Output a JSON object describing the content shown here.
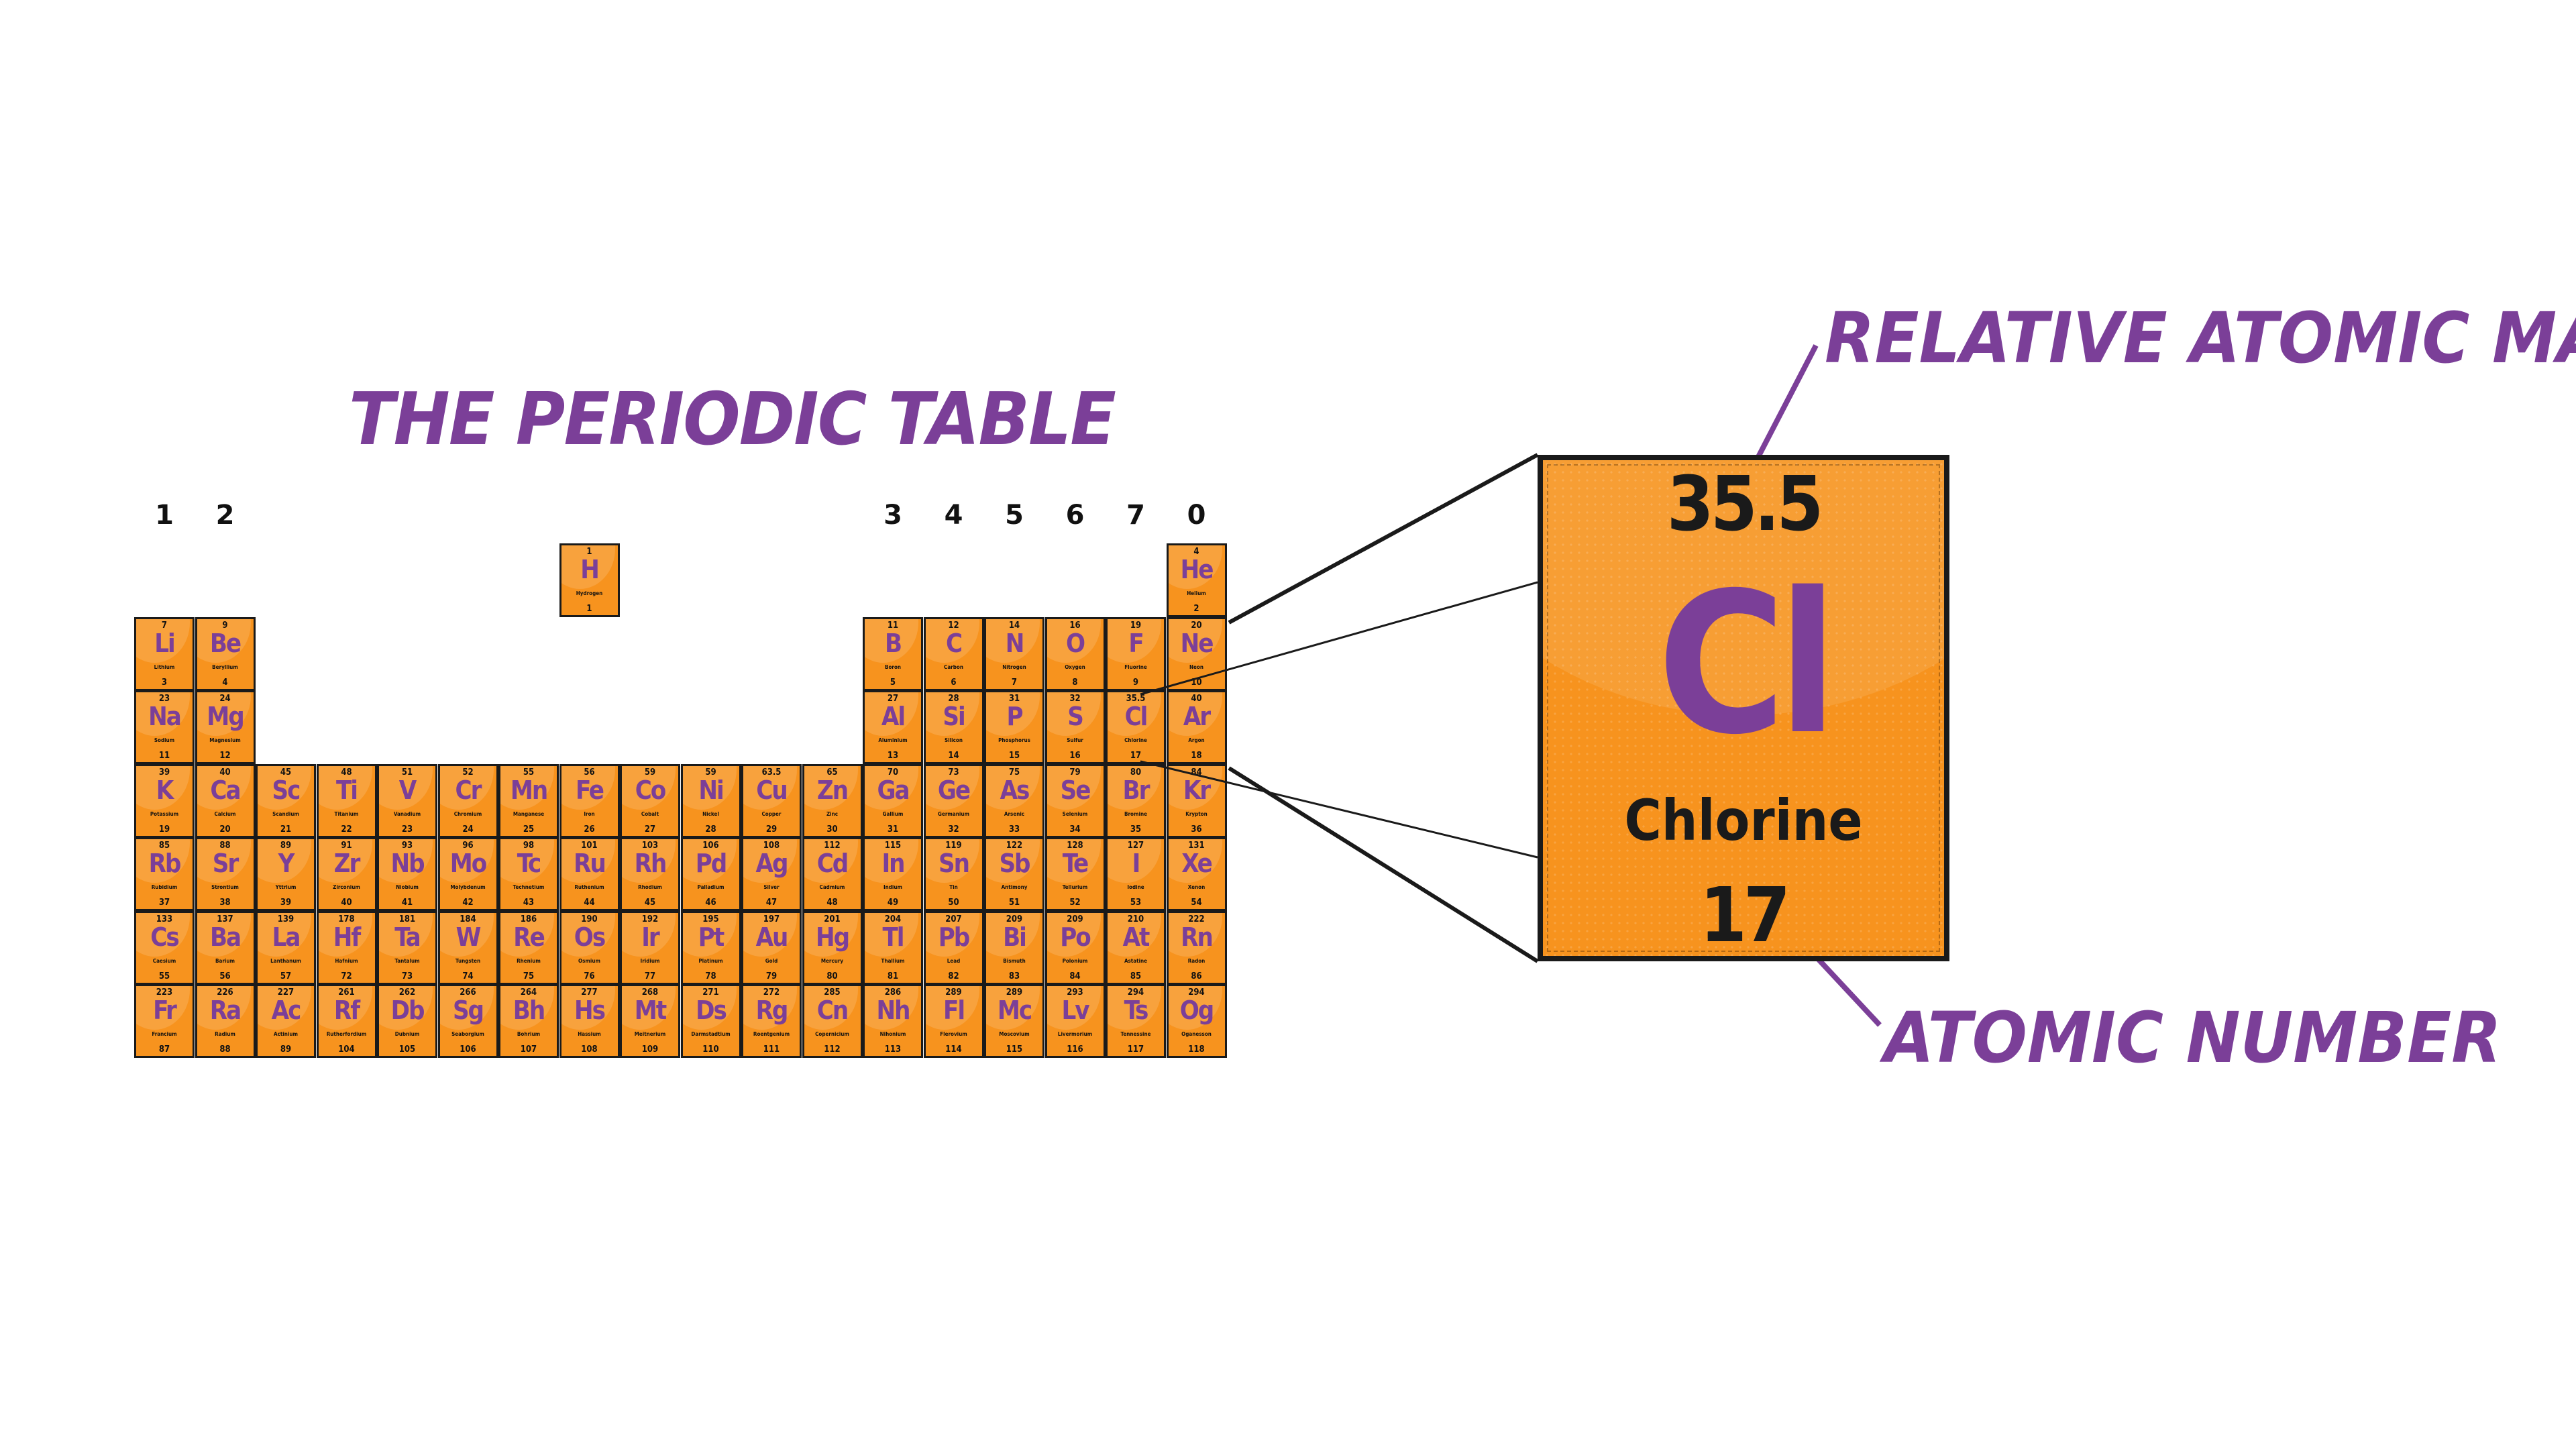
{
  "title": "THE PERIODIC TABLE",
  "group_headers": [
    {
      "label": "1",
      "col": 0
    },
    {
      "label": "2",
      "col": 1
    },
    {
      "label": "3",
      "col": 12
    },
    {
      "label": "4",
      "col": 13
    },
    {
      "label": "5",
      "col": 14
    },
    {
      "label": "6",
      "col": 15
    },
    {
      "label": "7",
      "col": 16
    },
    {
      "label": "0",
      "col": 17
    }
  ],
  "elements": [
    {
      "s": "H",
      "n": "Hydrogen",
      "m": "1",
      "z": "1",
      "col": 7,
      "row": 0
    },
    {
      "s": "He",
      "n": "Helium",
      "m": "4",
      "z": "2",
      "col": 17,
      "row": 0
    },
    {
      "s": "Li",
      "n": "Lithium",
      "m": "7",
      "z": "3",
      "col": 0,
      "row": 1
    },
    {
      "s": "Be",
      "n": "Beryllium",
      "m": "9",
      "z": "4",
      "col": 1,
      "row": 1
    },
    {
      "s": "B",
      "n": "Boron",
      "m": "11",
      "z": "5",
      "col": 12,
      "row": 1
    },
    {
      "s": "C",
      "n": "Carbon",
      "m": "12",
      "z": "6",
      "col": 13,
      "row": 1
    },
    {
      "s": "N",
      "n": "Nitrogen",
      "m": "14",
      "z": "7",
      "col": 14,
      "row": 1
    },
    {
      "s": "O",
      "n": "Oxygen",
      "m": "16",
      "z": "8",
      "col": 15,
      "row": 1
    },
    {
      "s": "F",
      "n": "Fluorine",
      "m": "19",
      "z": "9",
      "col": 16,
      "row": 1
    },
    {
      "s": "Ne",
      "n": "Neon",
      "m": "20",
      "z": "10",
      "col": 17,
      "row": 1
    },
    {
      "s": "Na",
      "n": "Sodium",
      "m": "23",
      "z": "11",
      "col": 0,
      "row": 2
    },
    {
      "s": "Mg",
      "n": "Magnesium",
      "m": "24",
      "z": "12",
      "col": 1,
      "row": 2
    },
    {
      "s": "Al",
      "n": "Aluminium",
      "m": "27",
      "z": "13",
      "col": 12,
      "row": 2
    },
    {
      "s": "Si",
      "n": "Silicon",
      "m": "28",
      "z": "14",
      "col": 13,
      "row": 2
    },
    {
      "s": "P",
      "n": "Phosphorus",
      "m": "31",
      "z": "15",
      "col": 14,
      "row": 2
    },
    {
      "s": "S",
      "n": "Sulfur",
      "m": "32",
      "z": "16",
      "col": 15,
      "row": 2
    },
    {
      "s": "Cl",
      "n": "Chlorine",
      "m": "35.5",
      "z": "17",
      "col": 16,
      "row": 2
    },
    {
      "s": "Ar",
      "n": "Argon",
      "m": "40",
      "z": "18",
      "col": 17,
      "row": 2
    },
    {
      "s": "K",
      "n": "Potassium",
      "m": "39",
      "z": "19",
      "col": 0,
      "row": 3
    },
    {
      "s": "Ca",
      "n": "Calcium",
      "m": "40",
      "z": "20",
      "col": 1,
      "row": 3
    },
    {
      "s": "Sc",
      "n": "Scandium",
      "m": "45",
      "z": "21",
      "col": 2,
      "row": 3
    },
    {
      "s": "Ti",
      "n": "Titanium",
      "m": "48",
      "z": "22",
      "col": 3,
      "row": 3
    },
    {
      "s": "V",
      "n": "Vanadium",
      "m": "51",
      "z": "23",
      "col": 4,
      "row": 3
    },
    {
      "s": "Cr",
      "n": "Chromium",
      "m": "52",
      "z": "24",
      "col": 5,
      "row": 3
    },
    {
      "s": "Mn",
      "n": "Manganese",
      "m": "55",
      "z": "25",
      "col": 6,
      "row": 3
    },
    {
      "s": "Fe",
      "n": "Iron",
      "m": "56",
      "z": "26",
      "col": 7,
      "row": 3
    },
    {
      "s": "Co",
      "n": "Cobalt",
      "m": "59",
      "z": "27",
      "col": 8,
      "row": 3
    },
    {
      "s": "Ni",
      "n": "Nickel",
      "m": "59",
      "z": "28",
      "col": 9,
      "row": 3
    },
    {
      "s": "Cu",
      "n": "Copper",
      "m": "63.5",
      "z": "29",
      "col": 10,
      "row": 3
    },
    {
      "s": "Zn",
      "n": "Zinc",
      "m": "65",
      "z": "30",
      "col": 11,
      "row": 3
    },
    {
      "s": "Ga",
      "n": "Gallium",
      "m": "70",
      "z": "31",
      "col": 12,
      "row": 3
    },
    {
      "s": "Ge",
      "n": "Germanium",
      "m": "73",
      "z": "32",
      "col": 13,
      "row": 3
    },
    {
      "s": "As",
      "n": "Arsenic",
      "m": "75",
      "z": "33",
      "col": 14,
      "row": 3
    },
    {
      "s": "Se",
      "n": "Selenium",
      "m": "79",
      "z": "34",
      "col": 15,
      "row": 3
    },
    {
      "s": "Br",
      "n": "Bromine",
      "m": "80",
      "z": "35",
      "col": 16,
      "row": 3
    },
    {
      "s": "Kr",
      "n": "Krypton",
      "m": "84",
      "z": "36",
      "col": 17,
      "row": 3
    },
    {
      "s": "Rb",
      "n": "Rubidium",
      "m": "85",
      "z": "37",
      "col": 0,
      "row": 4
    },
    {
      "s": "Sr",
      "n": "Strontium",
      "m": "88",
      "z": "38",
      "col": 1,
      "row": 4
    },
    {
      "s": "Y",
      "n": "Yttrium",
      "m": "89",
      "z": "39",
      "col": 2,
      "row": 4
    },
    {
      "s": "Zr",
      "n": "Zirconium",
      "m": "91",
      "z": "40",
      "col": 3,
      "row": 4
    },
    {
      "s": "Nb",
      "n": "Niobium",
      "m": "93",
      "z": "41",
      "col": 4,
      "row": 4
    },
    {
      "s": "Mo",
      "n": "Molybdenum",
      "m": "96",
      "z": "42",
      "col": 5,
      "row": 4
    },
    {
      "s": "Tc",
      "n": "Technetium",
      "m": "98",
      "z": "43",
      "col": 6,
      "row": 4
    },
    {
      "s": "Ru",
      "n": "Ruthenium",
      "m": "101",
      "z": "44",
      "col": 7,
      "row": 4
    },
    {
      "s": "Rh",
      "n": "Rhodium",
      "m": "103",
      "z": "45",
      "col": 8,
      "row": 4
    },
    {
      "s": "Pd",
      "n": "Palladium",
      "m": "106",
      "z": "46",
      "col": 9,
      "row": 4
    },
    {
      "s": "Ag",
      "n": "Silver",
      "m": "108",
      "z": "47",
      "col": 10,
      "row": 4
    },
    {
      "s": "Cd",
      "n": "Cadmium",
      "m": "112",
      "z": "48",
      "col": 11,
      "row": 4
    },
    {
      "s": "In",
      "n": "Indium",
      "m": "115",
      "z": "49",
      "col": 12,
      "row": 4
    },
    {
      "s": "Sn",
      "n": "Tin",
      "m": "119",
      "z": "50",
      "col": 13,
      "row": 4
    },
    {
      "s": "Sb",
      "n": "Antimony",
      "m": "122",
      "z": "51",
      "col": 14,
      "row": 4
    },
    {
      "s": "Te",
      "n": "Tellurium",
      "m": "128",
      "z": "52",
      "col": 15,
      "row": 4
    },
    {
      "s": "I",
      "n": "Iodine",
      "m": "127",
      "z": "53",
      "col": 16,
      "row": 4
    },
    {
      "s": "Xe",
      "n": "Xenon",
      "m": "131",
      "z": "54",
      "col": 17,
      "row": 4
    },
    {
      "s": "Cs",
      "n": "Caesium",
      "m": "133",
      "z": "55",
      "col": 0,
      "row": 5
    },
    {
      "s": "Ba",
      "n": "Barium",
      "m": "137",
      "z": "56",
      "col": 1,
      "row": 5
    },
    {
      "s": "La",
      "n": "Lanthanum",
      "m": "139",
      "z": "57",
      "col": 2,
      "row": 5
    },
    {
      "s": "Hf",
      "n": "Hafnium",
      "m": "178",
      "z": "72",
      "col": 3,
      "row": 5
    },
    {
      "s": "Ta",
      "n": "Tantalum",
      "m": "181",
      "z": "73",
      "col": 4,
      "row": 5
    },
    {
      "s": "W",
      "n": "Tungsten",
      "m": "184",
      "z": "74",
      "col": 5,
      "row": 5
    },
    {
      "s": "Re",
      "n": "Rhenium",
      "m": "186",
      "z": "75",
      "col": 6,
      "row": 5
    },
    {
      "s": "Os",
      "n": "Osmium",
      "m": "190",
      "z": "76",
      "col": 7,
      "row": 5
    },
    {
      "s": "Ir",
      "n": "Iridium",
      "m": "192",
      "z": "77",
      "col": 8,
      "row": 5
    },
    {
      "s": "Pt",
      "n": "Platinum",
      "m": "195",
      "z": "78",
      "col": 9,
      "row": 5
    },
    {
      "s": "Au",
      "n": "Gold",
      "m": "197",
      "z": "79",
      "col": 10,
      "row": 5
    },
    {
      "s": "Hg",
      "n": "Mercury",
      "m": "201",
      "z": "80",
      "col": 11,
      "row": 5
    },
    {
      "s": "Tl",
      "n": "Thallium",
      "m": "204",
      "z": "81",
      "col": 12,
      "row": 5
    },
    {
      "s": "Pb",
      "n": "Lead",
      "m": "207",
      "z": "82",
      "col": 13,
      "row": 5
    },
    {
      "s": "Bi",
      "n": "Bismuth",
      "m": "209",
      "z": "83",
      "col": 14,
      "row": 5
    },
    {
      "s": "Po",
      "n": "Polonium",
      "m": "209",
      "z": "84",
      "col": 15,
      "row": 5
    },
    {
      "s": "At",
      "n": "Astatine",
      "m": "210",
      "z": "85",
      "col": 16,
      "row": 5
    },
    {
      "s": "Rn",
      "n": "Radon",
      "m": "222",
      "z": "86",
      "col": 17,
      "row": 5
    },
    {
      "s": "Fr",
      "n": "Francium",
      "m": "223",
      "z": "87",
      "col": 0,
      "row": 6
    },
    {
      "s": "Ra",
      "n": "Radium",
      "m": "226",
      "z": "88",
      "col": 1,
      "row": 6
    },
    {
      "s": "Ac",
      "n": "Actinium",
      "m": "227",
      "z": "89",
      "col": 2,
      "row": 6
    },
    {
      "s": "Rf",
      "n": "Rutherfordium",
      "m": "261",
      "z": "104",
      "col": 3,
      "row": 6
    },
    {
      "s": "Db",
      "n": "Dubnium",
      "m": "262",
      "z": "105",
      "col": 4,
      "row": 6
    },
    {
      "s": "Sg",
      "n": "Seaborgium",
      "m": "266",
      "z": "106",
      "col": 5,
      "row": 6
    },
    {
      "s": "Bh",
      "n": "Bohrium",
      "m": "264",
      "z": "107",
      "col": 6,
      "row": 6
    },
    {
      "s": "Hs",
      "n": "Hassium",
      "m": "277",
      "z": "108",
      "col": 7,
      "row": 6
    },
    {
      "s": "Mt",
      "n": "Meitnerium",
      "m": "268",
      "z": "109",
      "col": 8,
      "row": 6
    },
    {
      "s": "Ds",
      "n": "Darmstadtium",
      "m": "271",
      "z": "110",
      "col": 9,
      "row": 6
    },
    {
      "s": "Rg",
      "n": "Roentgenium",
      "m": "272",
      "z": "111",
      "col": 10,
      "row": 6
    },
    {
      "s": "Cn",
      "n": "Copernicium",
      "m": "285",
      "z": "112",
      "col": 11,
      "row": 6
    },
    {
      "s": "Nh",
      "n": "Nihonium",
      "m": "286",
      "z": "113",
      "col": 12,
      "row": 6
    },
    {
      "s": "Fl",
      "n": "Flerovium",
      "m": "289",
      "z": "114",
      "col": 13,
      "row": 6
    },
    {
      "s": "Mc",
      "n": "Moscovium",
      "m": "289",
      "z": "115",
      "col": 14,
      "row": 6
    },
    {
      "s": "Lv",
      "n": "Livermorium",
      "m": "293",
      "z": "116",
      "col": 15,
      "row": 6
    },
    {
      "s": "Ts",
      "n": "Tennessine",
      "m": "294",
      "z": "117",
      "col": 16,
      "row": 6
    },
    {
      "s": "Og",
      "n": "Oganesson",
      "m": "294",
      "z": "118",
      "col": 17,
      "row": 6
    }
  ],
  "zoom": {
    "mass": "35.5",
    "symbol": "Cl",
    "name": "Chlorine",
    "number": "17"
  },
  "labels": {
    "mass": "RELATIVE ATOMIC MASS",
    "number": "ATOMIC NUMBER"
  },
  "colors": {
    "cell_fill": "#f7931e",
    "symbol": "#7b3f98",
    "outline": "#1a1a1a"
  }
}
